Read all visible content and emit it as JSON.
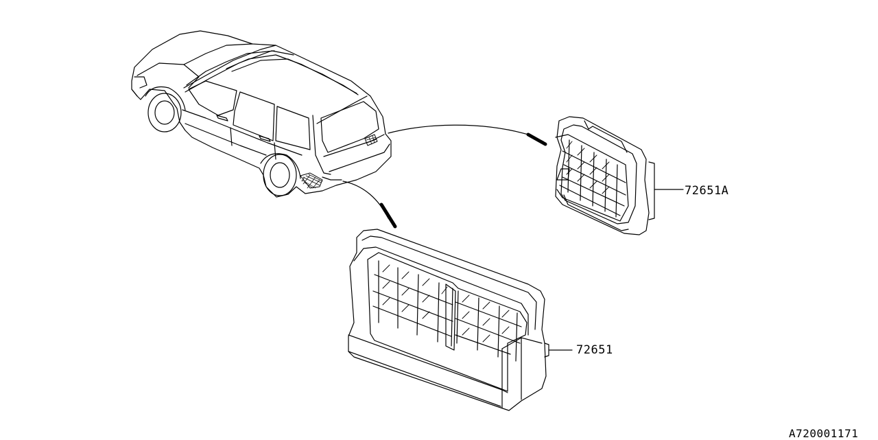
{
  "parts": [
    {
      "part_number": "72651A"
    },
    {
      "part_number": "72651"
    }
  ],
  "figure_code": "A720001171",
  "colors": {
    "line": "#000000",
    "background": "#ffffff"
  }
}
